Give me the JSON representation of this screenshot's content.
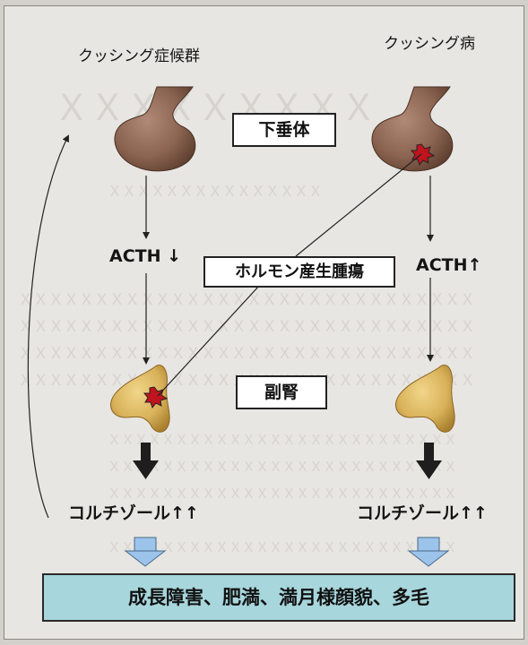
{
  "labels": {
    "left_title": "クッシング症候群",
    "right_title": "クッシング病",
    "pituitary": "下垂体",
    "tumor": "ホルモン産生腫瘍",
    "adrenal": "副腎",
    "acth_left": "ACTH ↓",
    "acth_right": "ACTH↑",
    "cortisol_left": "コルチゾール↑↑",
    "cortisol_right": "コルチゾール↑↑",
    "result": "成長障害、肥満、満月様顔貌、多毛"
  },
  "colors": {
    "panel_bg": "#e8e6e2",
    "pituitary": "#8c6552",
    "adrenal": "#d9b25a",
    "tumor": "#c0141e",
    "result_bg": "#a7d6dc",
    "down_arrow": "#9cc3ea"
  }
}
